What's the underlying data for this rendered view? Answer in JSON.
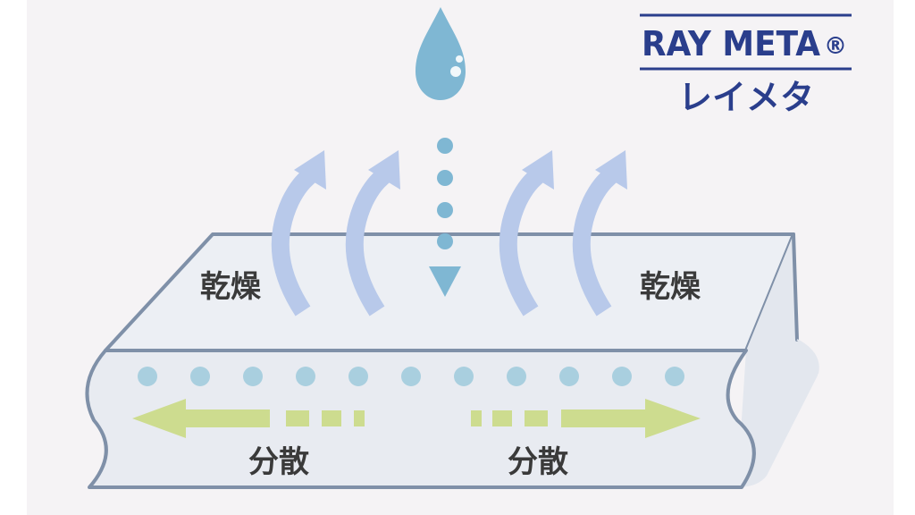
{
  "brand": {
    "name": "RAY META",
    "registered_mark": "®",
    "name_katakana": "レイメタ",
    "color": "#2a3e8c"
  },
  "labels": {
    "dry_left": "乾燥",
    "dry_right": "乾燥",
    "disperse_left": "分散",
    "disperse_right": "分散"
  },
  "colors": {
    "background": "#f5f3f5",
    "fabric_fill": "#eaedf2",
    "fabric_outline": "#7f90a8",
    "water": "#7fb7d3",
    "moisture_dots": "#a9cfdf",
    "dry_arrows": "#b8c9ea",
    "disperse_arrows": "#cddc8f"
  },
  "icons": {
    "water_drop": "water-drop-icon",
    "drop_path_arrow": "arrow-down-icon",
    "dry_arrows": "wavy-arrow-up-icon",
    "disperse_arrows": "arrow-left-right-icon"
  }
}
